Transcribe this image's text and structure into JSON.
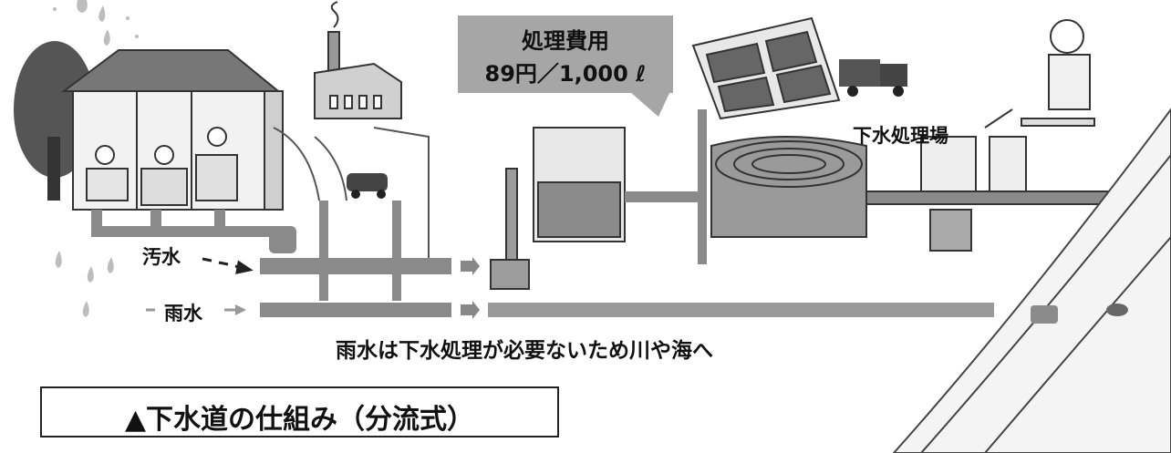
{
  "cost_bubble": {
    "line1": "処理費用",
    "line2": "89円／1,000 ℓ"
  },
  "labels": {
    "plant": "下水処理場",
    "wastewater": "汚水",
    "rainwater": "雨水",
    "rain_note": "雨水は下水処理が必要ないため川や海へ"
  },
  "caption": "▲下水道の仕組み（分流式）",
  "colors": {
    "bubble": "#a6a6a6",
    "pipe": "#8a8a8a",
    "ink": "#111111"
  }
}
